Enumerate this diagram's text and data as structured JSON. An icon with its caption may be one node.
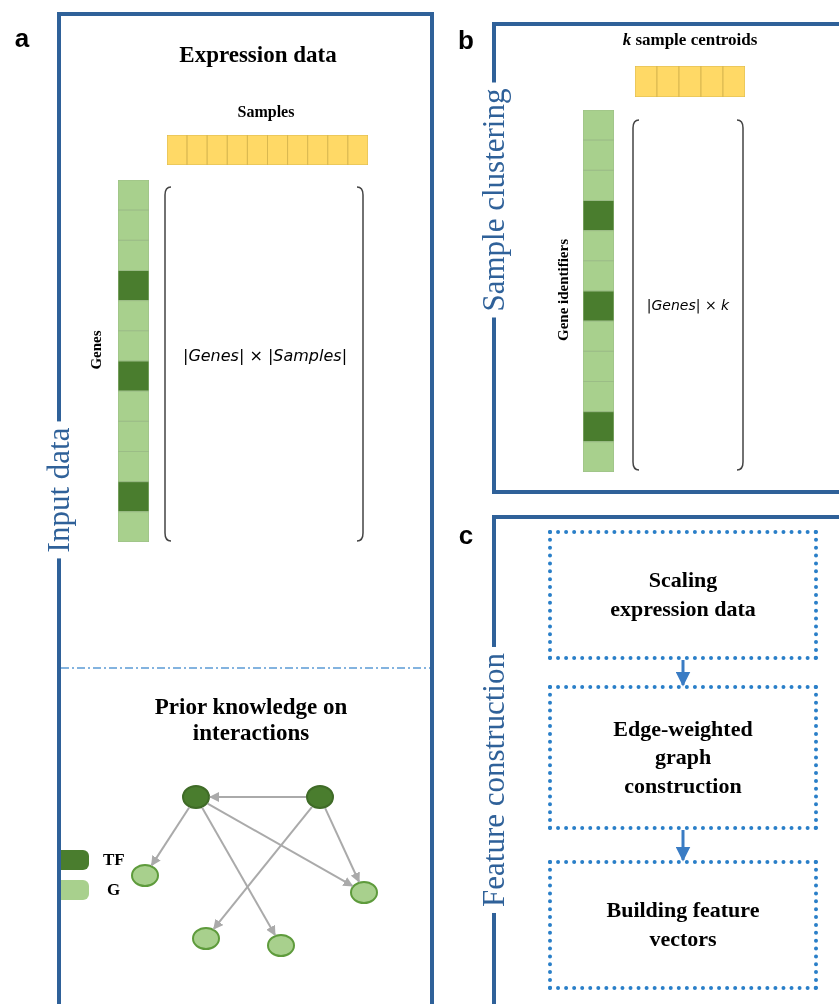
{
  "diagram": {
    "nodes": [
      {
        "text": [
          "Input data"
        ],
        "beside": [
          "a"
        ]
      },
      {
        "text": [
          "Sample clustering"
        ],
        "beside": [
          "b"
        ]
      },
      {
        "text": [
          "Feature construction"
        ],
        "beside": [
          "c"
        ]
      },
      {
        "text": [],
        "shape": "circle",
        "in": 0
      },
      {
        "text": [],
        "shape": "circle",
        "in": 0
      },
      {
        "text": [],
        "shape": "circle",
        "in": 0
      },
      {
        "text": [],
        "shape": "circle",
        "in": 0
      },
      {
        "text": [],
        "shape": "circle",
        "in": 0
      },
      {
        "text": [],
        "shape": "circle",
        "in": 0
      },
      {
        "text": [
          "Scaling expression data"
        ],
        "in": 2
      },
      {
        "text": [
          "Edge-weighted graph construction"
        ],
        "in": 2
      },
      {
        "text": [
          "Building feature vectors"
        ],
        "in": 2
      }
    ],
    "edges": [
      {
        "from": 4,
        "to": 3,
        "arrow": "to"
      },
      {
        "from": 3,
        "to": 5,
        "arrow": "to"
      },
      {
        "from": 3,
        "to": 8,
        "arrow": "to"
      },
      {
        "from": 3,
        "to": 6,
        "arrow": "to"
      },
      {
        "from": 4,
        "to": 7,
        "arrow": "to"
      },
      {
        "from": 4,
        "to": 6,
        "arrow": "to"
      },
      {
        "from": 9,
        "to": 10,
        "arrow": "to",
        "color": "#3a7cc4"
      },
      {
        "from": 10,
        "to": 11,
        "arrow": "to",
        "color": "#3a7cc4"
      }
    ],
    "labels": [
      "Expression data",
      "Samples",
      "Genes",
      "|*Genes*| × |*Samples*|",
      "Prior knowledge on interactions",
      "*k* sample centroids",
      "Gene identifiers",
      "|*Genes*| × *k*"
    ],
    "legend": [
      {
        "text": "TF",
        "color": "#4a7d2e"
      },
      {
        "text": "G",
        "color": "#a8d08d"
      }
    ]
  }
}
